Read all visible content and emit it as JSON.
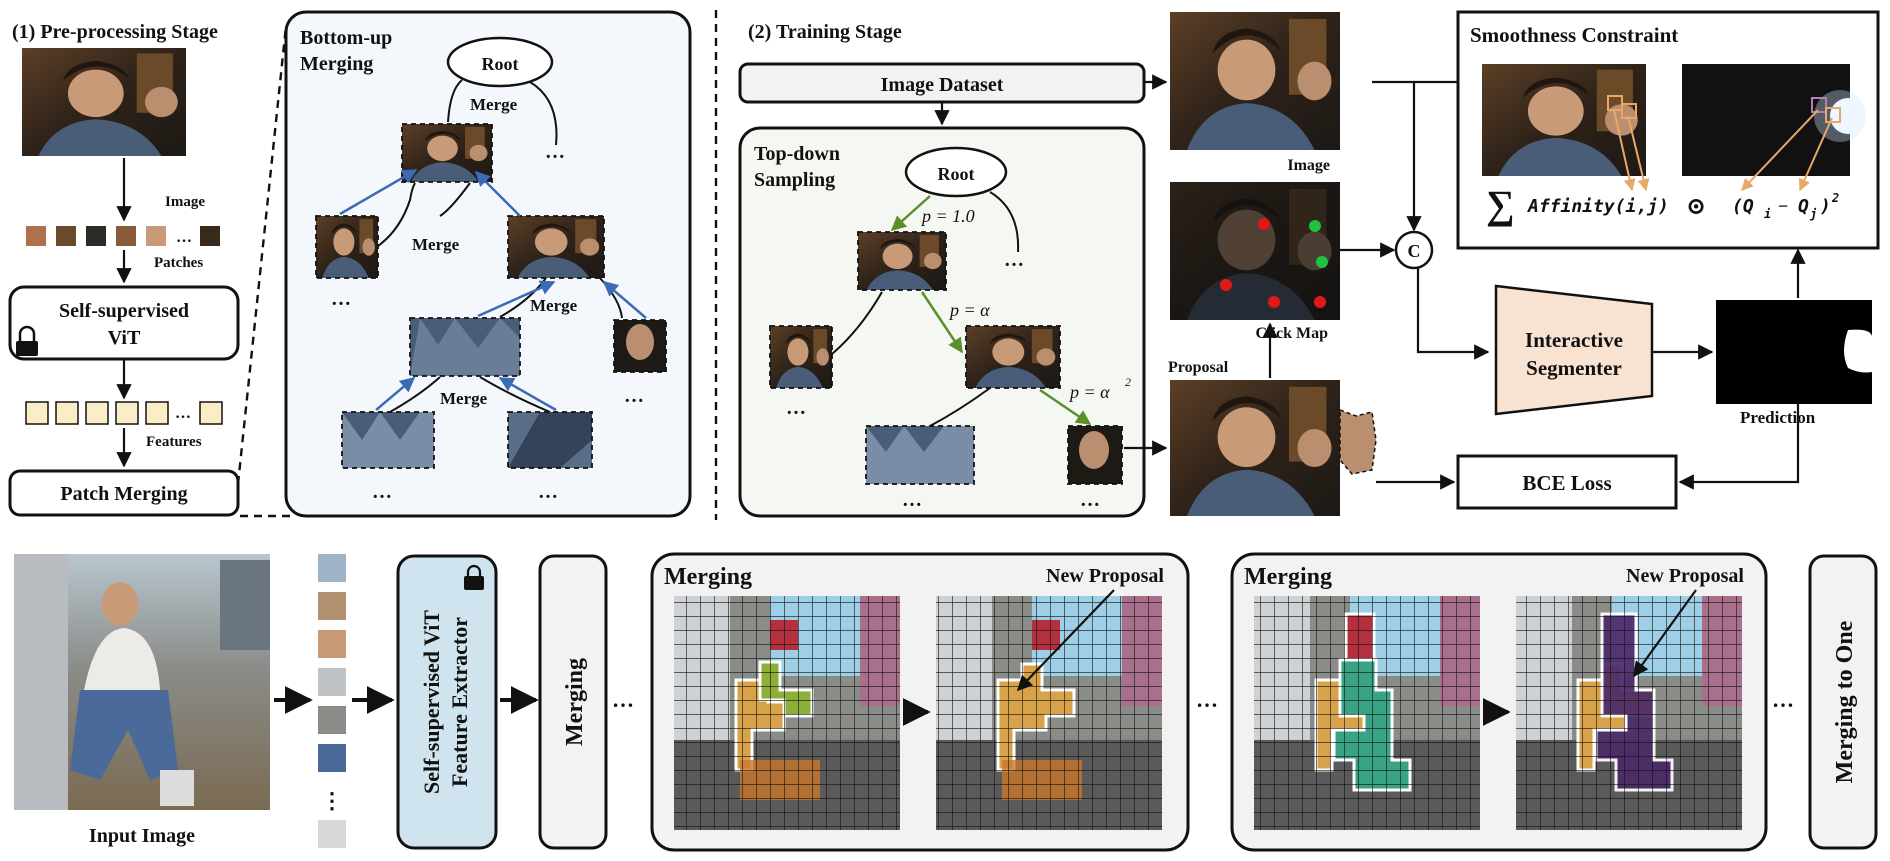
{
  "preprocessing": {
    "stage_title": "(1) Pre-processing Stage",
    "image_label": "Image",
    "patches_label": "Patches",
    "vit_label_line1": "Self-supervised",
    "vit_label_line2": "ViT",
    "features_label": "Features",
    "patch_merging_label": "Patch Merging",
    "ellipsis": "…"
  },
  "bottom_up": {
    "title_line1": "Bottom-up",
    "title_line2": "Merging",
    "root_label": "Root",
    "merge_label": "Merge",
    "ellipsis": "…"
  },
  "training": {
    "stage_title": "(2) Training Stage",
    "dataset_label": "Image Dataset",
    "topdown_title_line1": "Top-down",
    "topdown_title_line2": "Sampling",
    "root_label": "Root",
    "p1_label": "p = 1.0",
    "p2_label": "p = α",
    "p3_label": "p = α",
    "p3_exponent": "2",
    "image_label": "Image",
    "click_map_label": "Click Map",
    "proposal_label": "Proposal",
    "concat_label": "C",
    "segmenter_line1": "Interactive",
    "segmenter_line2": "Segmenter",
    "prediction_label": "Prediction",
    "bce_label": "BCE Loss",
    "ellipsis": "…"
  },
  "smoothness": {
    "title": "Smoothness Constraint",
    "sum_symbol": "∑",
    "affinity_term": "Affinity(i,j)",
    "odot_symbol": "⊙",
    "q_term": "(Q",
    "q_i_sub": "i",
    "minus": "−",
    "q_j": "Q",
    "q_j_sub": "j",
    "close_paren": ")",
    "square": "2"
  },
  "bottom_pipeline": {
    "input_label": "Input Image",
    "extractor_line1": "Self-supervised ViT",
    "extractor_line2": "Feature Extractor",
    "merging_label": "Merging",
    "panel_title": "Merging",
    "new_proposal_label": "New Proposal",
    "merging_to_one": "Merging to One",
    "vertical_dots": "⋮",
    "ellipsis": "…"
  },
  "colors": {
    "photo_dark": "#3a2d22",
    "photo_skin": "#c99a78",
    "photo_jacket": "#4a5d78",
    "feature_fill": "#fbeec7",
    "extractor_fill": "#cfe4ee",
    "segmenter_fill": "#f8e2d2",
    "click_red": "#e01818",
    "click_green": "#20c040",
    "seg_red": "#b5303f",
    "seg_green": "#8caf3a",
    "seg_orange": "#d7a24a",
    "seg_teal": "#3aa385",
    "seg_purple": "#4b2a6a"
  },
  "icons": [
    "lock-icon",
    "merge-arrow-icon"
  ]
}
